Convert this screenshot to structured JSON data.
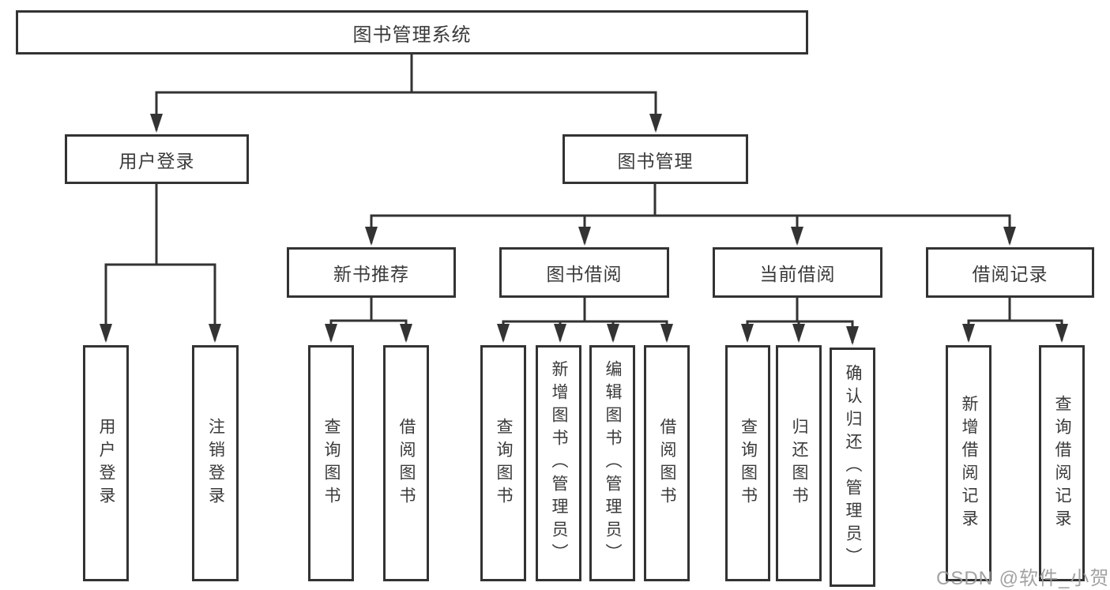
{
  "nodes": {
    "root": {
      "label": "图书管理系统"
    },
    "user_login": {
      "label": "用户登录"
    },
    "book_management": {
      "label": "图书管理"
    },
    "user_login_action": {
      "label": "用户登录"
    },
    "logout_action": {
      "label": "注销登录"
    },
    "new_book_recommend": {
      "label": "新书推荐"
    },
    "book_borrowing": {
      "label": "图书借阅"
    },
    "current_borrowing": {
      "label": "当前借阅"
    },
    "borrowing_records": {
      "label": "借阅记录"
    },
    "nbr_query_books": {
      "label": "查询图书"
    },
    "nbr_borrow_books": {
      "label": "借阅图书"
    },
    "bb_query_books": {
      "label": "查询图书"
    },
    "bb_add_books": {
      "label": "新增图书（管理员）"
    },
    "bb_edit_books": {
      "label": "编辑图书（管理员）"
    },
    "bb_borrow_books": {
      "label": "借阅图书"
    },
    "cb_query_books": {
      "label": "查询图书"
    },
    "cb_return_books": {
      "label": "归还图书"
    },
    "cb_confirm_return": {
      "label": "确认归还（管理员）"
    },
    "br_add_record": {
      "label": "新增借阅记录"
    },
    "br_query_record": {
      "label": "查询借阅记录"
    }
  },
  "hierarchy": {
    "图书管理系统": {
      "用户登录": [
        "用户登录",
        "注销登录"
      ],
      "图书管理": {
        "新书推荐": [
          "查询图书",
          "借阅图书"
        ],
        "图书借阅": [
          "查询图书",
          "新增图书（管理员）",
          "编辑图书（管理员）",
          "借阅图书"
        ],
        "当前借阅": [
          "查询图书",
          "归还图书",
          "确认归还（管理员）"
        ],
        "借阅记录": [
          "新增借阅记录",
          "查询借阅记录"
        ]
      }
    }
  },
  "watermark": {
    "text": "CSDN @软件_小贺同学"
  },
  "colors": {
    "line": "#333333",
    "box_border": "#333333",
    "text": "#3a3a3a",
    "watermark": "#9a9a9a",
    "background": "#ffffff"
  }
}
